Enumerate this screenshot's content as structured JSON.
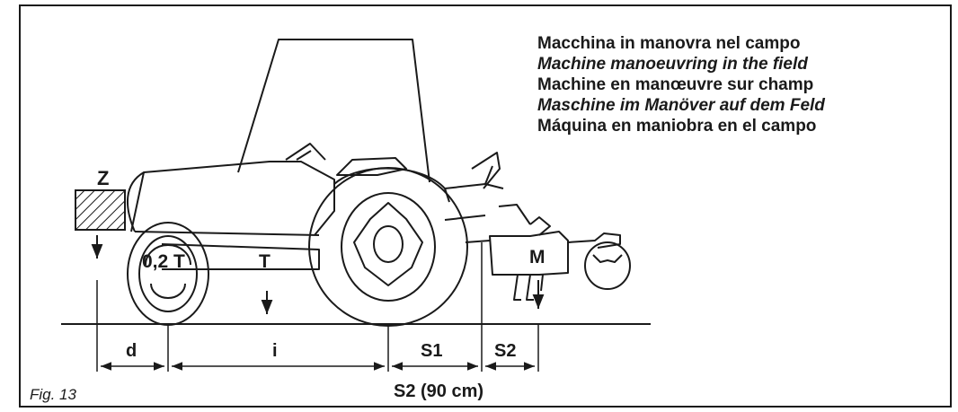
{
  "captions": {
    "it": "Macchina in manovra nel campo",
    "en": "Machine manoeuvring in the field",
    "fr": "Machine en manœuvre sur champ",
    "de": "Maschine im Manöver auf dem Feld",
    "es": "Máquina en maniobra en el campo"
  },
  "figure_label": "Fig. 13",
  "labels": {
    "z": "Z",
    "front_load": "0,2 T",
    "t": "T",
    "m": "M",
    "d": "d",
    "i": "i",
    "s1": "S1",
    "s2": "S2",
    "s2_total": "S2 (90 cm)"
  },
  "colors": {
    "ink": "#1a1a1a",
    "background": "#ffffff"
  }
}
